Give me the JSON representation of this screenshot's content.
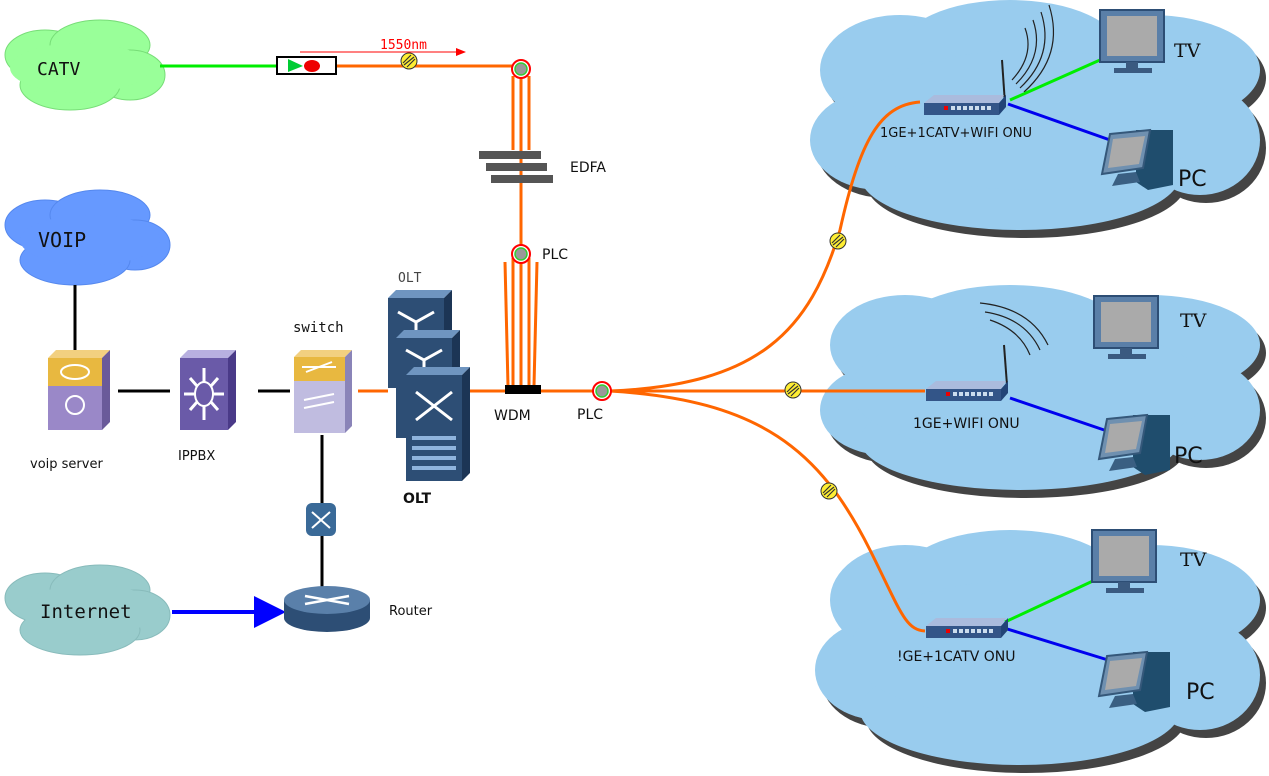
{
  "sources": {
    "catv": "CATV",
    "voip": "VOIP",
    "internet": "Internet"
  },
  "devices": {
    "voip_server": "voip server",
    "ippbx": "IPPBX",
    "switch": "switch",
    "router": "Router",
    "olt_top": "OLT",
    "olt_bottom": "OLT",
    "wdm": "WDM",
    "plc_main": "PLC",
    "plc_upper": "PLC",
    "edfa": "EDFA",
    "wavelength": "1550nm"
  },
  "subscribers": [
    {
      "onu": "1GE+1CATV+WIFI ONU",
      "tv": "TV",
      "pc": "PC"
    },
    {
      "onu": "1GE+WIFI ONU",
      "tv": "TV",
      "pc": "PC"
    },
    {
      "onu": "!GE+1CATV ONU",
      "tv": "TV",
      "pc": "PC"
    }
  ],
  "colors": {
    "fiber": "#ff6600",
    "catv_cloud": "#99ff99",
    "voip_cloud": "#6699ff",
    "internet_cloud": "#99cccc",
    "home_cloud": "#99ccee",
    "tv_link": "#00ee00",
    "pc_link": "#0000ee",
    "internet_link": "#0000ff"
  }
}
